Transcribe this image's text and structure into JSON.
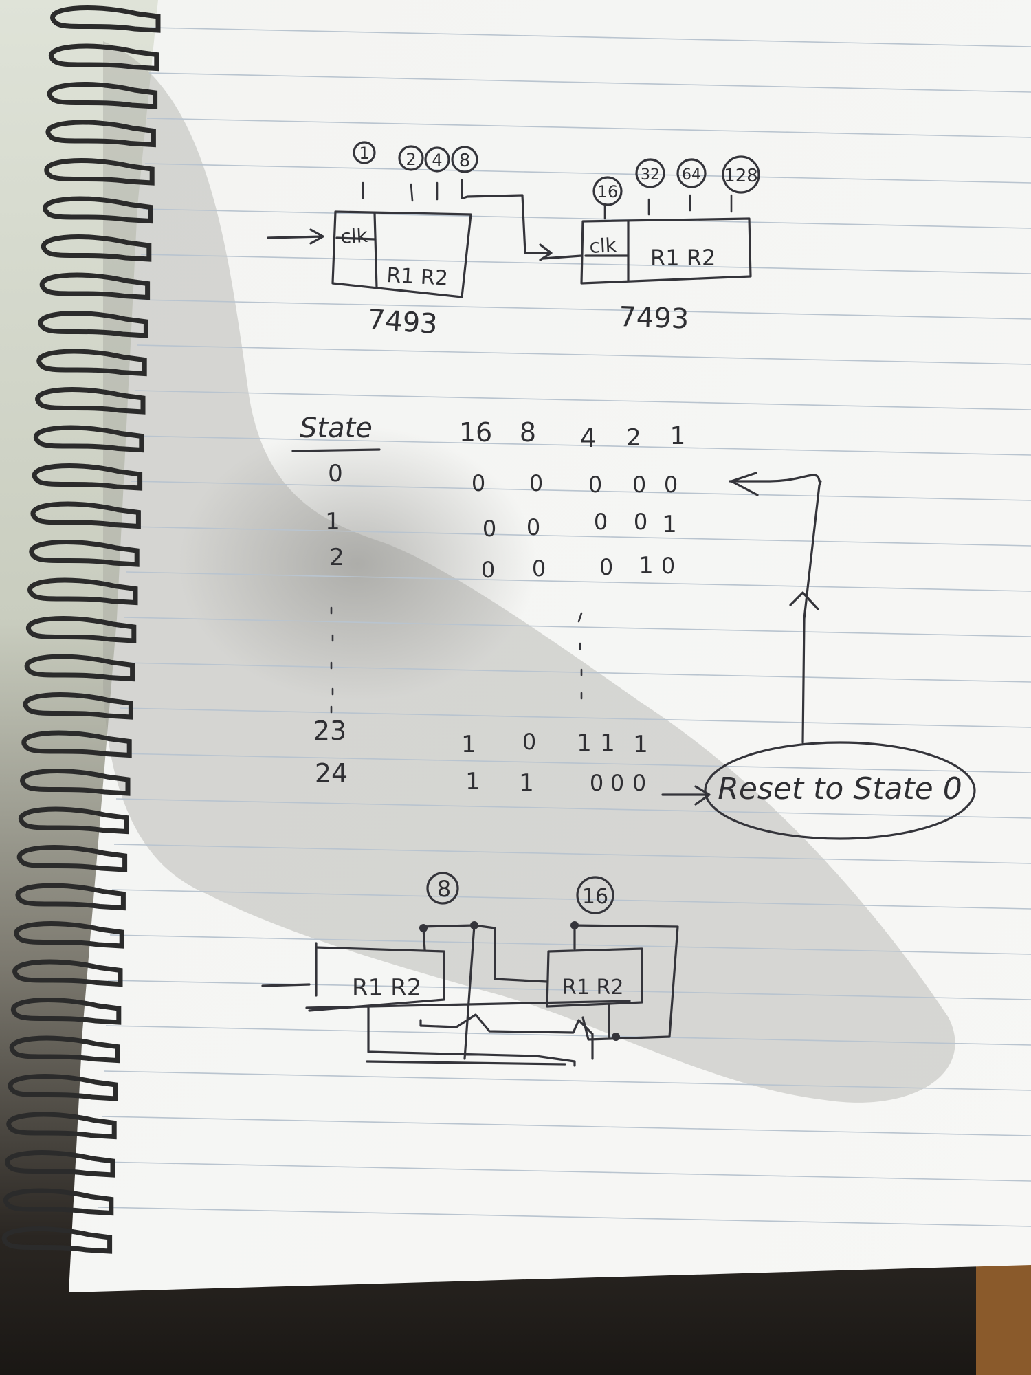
{
  "colors": {
    "paper": "#f5f5f3",
    "ink": "#34343a",
    "rule_line": "#b9c4cf",
    "spiral": "#2b2b2b",
    "background_top": "#d8ddd2",
    "background_bottom": "#1e1b18",
    "shadow": "#8f8f8b"
  },
  "counter_diagram": {
    "chip_a": {
      "outputs": [
        "1",
        "2",
        "4",
        "8"
      ],
      "clock_label": "clk",
      "reset_label": "R1 R2",
      "part_number": "7493"
    },
    "chip_b": {
      "outputs": [
        "16",
        "32",
        "64",
        "128"
      ],
      "clock_label": "clk",
      "reset_label": "R1 R2",
      "part_number": "7493"
    }
  },
  "state_table": {
    "state_header": "State",
    "bit_headers": [
      "16",
      "8",
      "4",
      "2",
      "1"
    ],
    "rows": [
      {
        "state": "0",
        "bits": [
          "0",
          "0",
          "0",
          "0",
          "0"
        ]
      },
      {
        "state": "1",
        "bits": [
          "0",
          "0",
          "0",
          "0",
          "1"
        ]
      },
      {
        "state": "2",
        "bits": [
          "0",
          "0",
          "0",
          "1",
          "0"
        ]
      },
      {
        "state": "23",
        "bits": [
          "1",
          "0",
          "1",
          "1",
          "1"
        ]
      },
      {
        "state": "24",
        "bits": [
          "1",
          "1",
          "0",
          "0",
          "0"
        ]
      }
    ],
    "reset_note": "Reset to State 0"
  },
  "reset_diagram": {
    "chip_a_reset_label": "R1 R2",
    "chip_b_reset_label": "R1 R2",
    "tap_a": "8",
    "tap_b": "16"
  }
}
